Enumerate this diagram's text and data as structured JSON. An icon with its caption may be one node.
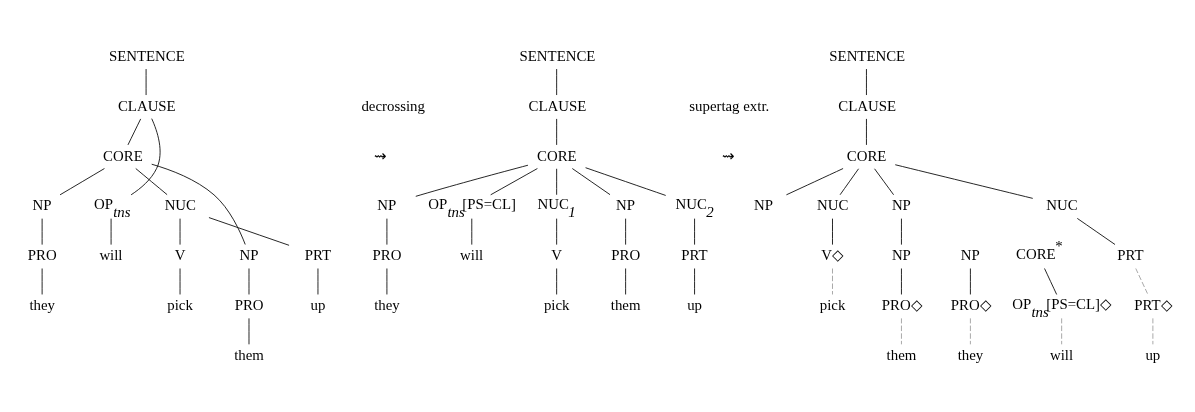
{
  "diagram": {
    "nodes": [
      {
        "text": [
          "SENTENCE"
        ]
      },
      {
        "text": [
          "CLAUSE"
        ]
      },
      {
        "text": [
          "CORE"
        ]
      },
      {
        "text": [
          "NP"
        ]
      },
      {
        "text": [
          "OP$_{tns}$"
        ]
      },
      {
        "text": [
          "will"
        ]
      },
      {
        "text": [
          "NUC"
        ]
      },
      {
        "text": [
          "V"
        ]
      },
      {
        "text": [
          "NP"
        ]
      },
      {
        "text": [
          "PRT"
        ]
      },
      {
        "text": [
          "PRO"
        ]
      },
      {
        "text": [
          "they"
        ]
      },
      {
        "text": [
          "pick"
        ]
      },
      {
        "text": [
          "PRO"
        ]
      },
      {
        "text": [
          "up"
        ]
      },
      {
        "text": [
          "them"
        ]
      },
      {
        "text": [
          "SENTENCE"
        ]
      },
      {
        "text": [
          "CLAUSE"
        ]
      },
      {
        "text": [
          "CORE"
        ]
      },
      {
        "text": [
          "NP"
        ]
      },
      {
        "text": [
          "OP$_{tns}$[PS=CL]"
        ]
      },
      {
        "text": [
          "NUC$_{1}$"
        ]
      },
      {
        "text": [
          "NP"
        ]
      },
      {
        "text": [
          "NUC$_{2}$"
        ]
      },
      {
        "text": [
          "PRO"
        ]
      },
      {
        "text": [
          "will"
        ]
      },
      {
        "text": [
          "V"
        ]
      },
      {
        "text": [
          "PRO"
        ]
      },
      {
        "text": [
          "PRT"
        ]
      },
      {
        "text": [
          "they"
        ]
      },
      {
        "text": [
          "pick"
        ]
      },
      {
        "text": [
          "them"
        ]
      },
      {
        "text": [
          "up"
        ]
      },
      {
        "text": [
          "SENTENCE"
        ]
      },
      {
        "text": [
          "CLAUSE"
        ]
      },
      {
        "text": [
          "CORE"
        ]
      },
      {
        "text": [
          "NP"
        ]
      },
      {
        "text": [
          "NUC"
        ]
      },
      {
        "text": [
          "NP"
        ]
      },
      {
        "text": [
          "NUC"
        ]
      },
      {
        "text": [
          "NP"
        ]
      },
      {
        "text": [
          "CORE$^{*}$"
        ]
      },
      {
        "text": [
          "V◇"
        ]
      },
      {
        "text": [
          "NP"
        ]
      },
      {
        "text": [
          "PRT"
        ]
      },
      {
        "text": [
          "PRO◇"
        ]
      },
      {
        "text": [
          "OP$_{tns}$[PS=CL]◇"
        ]
      },
      {
        "text": [
          "pick"
        ]
      },
      {
        "text": [
          "PRO◇"
        ]
      },
      {
        "text": [
          "PRT◇"
        ]
      },
      {
        "text": [
          "they"
        ]
      },
      {
        "text": [
          "will"
        ]
      },
      {
        "text": [
          "them"
        ]
      },
      {
        "text": [
          "up"
        ]
      }
    ],
    "edges": [
      {
        "from": 0,
        "to": 1,
        "arrow": "none"
      },
      {
        "from": 1,
        "to": 2,
        "arrow": "none"
      },
      {
        "from": 1,
        "to": 4,
        "arrow": "none"
      },
      {
        "from": 2,
        "to": 3,
        "arrow": "none"
      },
      {
        "from": 2,
        "to": 6,
        "arrow": "none"
      },
      {
        "from": 2,
        "to": 8,
        "arrow": "none"
      },
      {
        "from": 3,
        "to": 10,
        "arrow": "none"
      },
      {
        "from": 4,
        "to": 5,
        "arrow": "none"
      },
      {
        "from": 6,
        "to": 7,
        "arrow": "none"
      },
      {
        "from": 6,
        "to": 9,
        "arrow": "none"
      },
      {
        "from": 10,
        "to": 11,
        "arrow": "none"
      },
      {
        "from": 7,
        "to": 12,
        "arrow": "none"
      },
      {
        "from": 8,
        "to": 13,
        "arrow": "none"
      },
      {
        "from": 9,
        "to": 14,
        "arrow": "none"
      },
      {
        "from": 13,
        "to": 15,
        "arrow": "none"
      },
      {
        "from": 16,
        "to": 17,
        "arrow": "none"
      },
      {
        "from": 17,
        "to": 18,
        "arrow": "none"
      },
      {
        "from": 18,
        "to": 19,
        "arrow": "none"
      },
      {
        "from": 18,
        "to": 20,
        "arrow": "none"
      },
      {
        "from": 18,
        "to": 21,
        "arrow": "none"
      },
      {
        "from": 18,
        "to": 22,
        "arrow": "none"
      },
      {
        "from": 18,
        "to": 23,
        "arrow": "none"
      },
      {
        "from": 19,
        "to": 24,
        "arrow": "none"
      },
      {
        "from": 20,
        "to": 25,
        "arrow": "none"
      },
      {
        "from": 21,
        "to": 26,
        "arrow": "none"
      },
      {
        "from": 22,
        "to": 27,
        "arrow": "none"
      },
      {
        "from": 23,
        "to": 28,
        "arrow": "none"
      },
      {
        "from": 24,
        "to": 29,
        "arrow": "none"
      },
      {
        "from": 26,
        "to": 30,
        "arrow": "none"
      },
      {
        "from": 27,
        "to": 31,
        "arrow": "none"
      },
      {
        "from": 28,
        "to": 32,
        "arrow": "none"
      },
      {
        "from": 33,
        "to": 34,
        "arrow": "none"
      },
      {
        "from": 34,
        "to": 35,
        "arrow": "none"
      },
      {
        "from": 35,
        "to": 36,
        "arrow": "none"
      },
      {
        "from": 35,
        "to": 37,
        "arrow": "none"
      },
      {
        "from": 35,
        "to": 38,
        "arrow": "none"
      },
      {
        "from": 35,
        "to": 39,
        "arrow": "none"
      },
      {
        "from": 37,
        "to": 42,
        "arrow": "none"
      },
      {
        "from": 38,
        "to": 43,
        "arrow": "none"
      },
      {
        "from": 39,
        "to": 44,
        "arrow": "none"
      },
      {
        "from": 40,
        "to": 45,
        "arrow": "none"
      },
      {
        "from": 41,
        "to": 46,
        "arrow": "none"
      },
      {
        "from": 42,
        "to": 47,
        "arrow": "none",
        "style": "dashed",
        "color": "#999999"
      },
      {
        "from": 43,
        "to": 48,
        "arrow": "none"
      },
      {
        "from": 44,
        "to": 49,
        "arrow": "none",
        "style": "dashed",
        "color": "#999999"
      },
      {
        "from": 45,
        "to": 50,
        "arrow": "none",
        "style": "dashed",
        "color": "#999999"
      },
      {
        "from": 46,
        "to": 51,
        "arrow": "none",
        "style": "dashed",
        "color": "#999999"
      },
      {
        "from": 48,
        "to": 52,
        "arrow": "none",
        "style": "dashed",
        "color": "#999999"
      },
      {
        "from": 49,
        "to": 53,
        "arrow": "none",
        "style": "dashed",
        "color": "#999999"
      }
    ],
    "labels": [
      "decrossing",
      "⇝",
      "supertag extr.",
      "⇝"
    ]
  }
}
